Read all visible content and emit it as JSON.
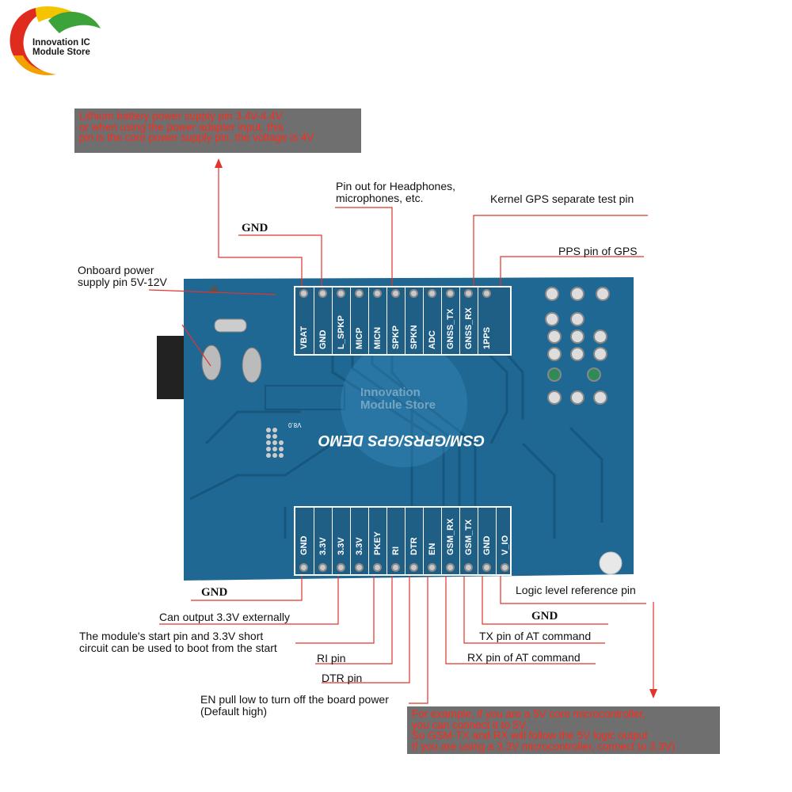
{
  "brand": {
    "line1": "Innovation IC",
    "line2": "Module Store"
  },
  "board": {
    "title": "GSM/GPRS/GPS DEMO",
    "version": "V8.0",
    "watermark": [
      "Innovation",
      "Module Store"
    ],
    "top_pins": [
      "VBAT",
      "GND",
      "L_SPKP",
      "MICP",
      "MICN",
      "SPKP",
      "SPKN",
      "ADC",
      "GNSS_TX",
      "GNSS_RX",
      "1PPS"
    ],
    "bottom_pins": [
      "GND",
      "3.3V",
      "3.3V",
      "3.3V",
      "PKEY",
      "RI",
      "DTR",
      "EN",
      "GSM_RX",
      "GSM_TX",
      "GND",
      "V_IO"
    ],
    "colors": {
      "pcb": "#1f6894",
      "pcb_dark": "#17577e",
      "leader": "#e0342c",
      "note_bg": "#6f6f6f",
      "note_text": "#ff2a1a"
    }
  },
  "notes": {
    "vbat": [
      "Lithium battery power supply pin 3.4V-4.4V",
      "or when using the power adapter input, this",
      "pin is the core power supply pin, the voltage is 4V"
    ],
    "vio": [
      "For example, if you are a 5V core microcontroller,",
      "you can connect it to 5V.",
      "So GSM-TX and RX will follow the 5V logic output",
      "If you are using a 3.3V microcontroller, connect to 3.3V)"
    ]
  },
  "labels": {
    "gnd_top": "GND",
    "onboard_power": [
      "Onboard power",
      "supply pin 5V-12V"
    ],
    "headphones": [
      "Pin out for Headphones,",
      "microphones, etc."
    ],
    "kernel_gps": "Kernel GPS separate test pin",
    "pps": "PPS pin of GPS",
    "gnd_bottom_left": "GND",
    "output_33": "Can output 3.3V externally",
    "start_pin": [
      "The module's start pin and 3.3V short",
      "circuit can be used to boot from the start"
    ],
    "ri": "RI pin",
    "dtr": "DTR pin",
    "en": [
      "EN pull low to turn off the board power",
      "(Default high)"
    ],
    "logic_ref": "Logic level reference pin",
    "gnd_bottom_right": "GND",
    "tx_at": "TX pin of AT command",
    "rx_at": "RX pin of AT command"
  }
}
